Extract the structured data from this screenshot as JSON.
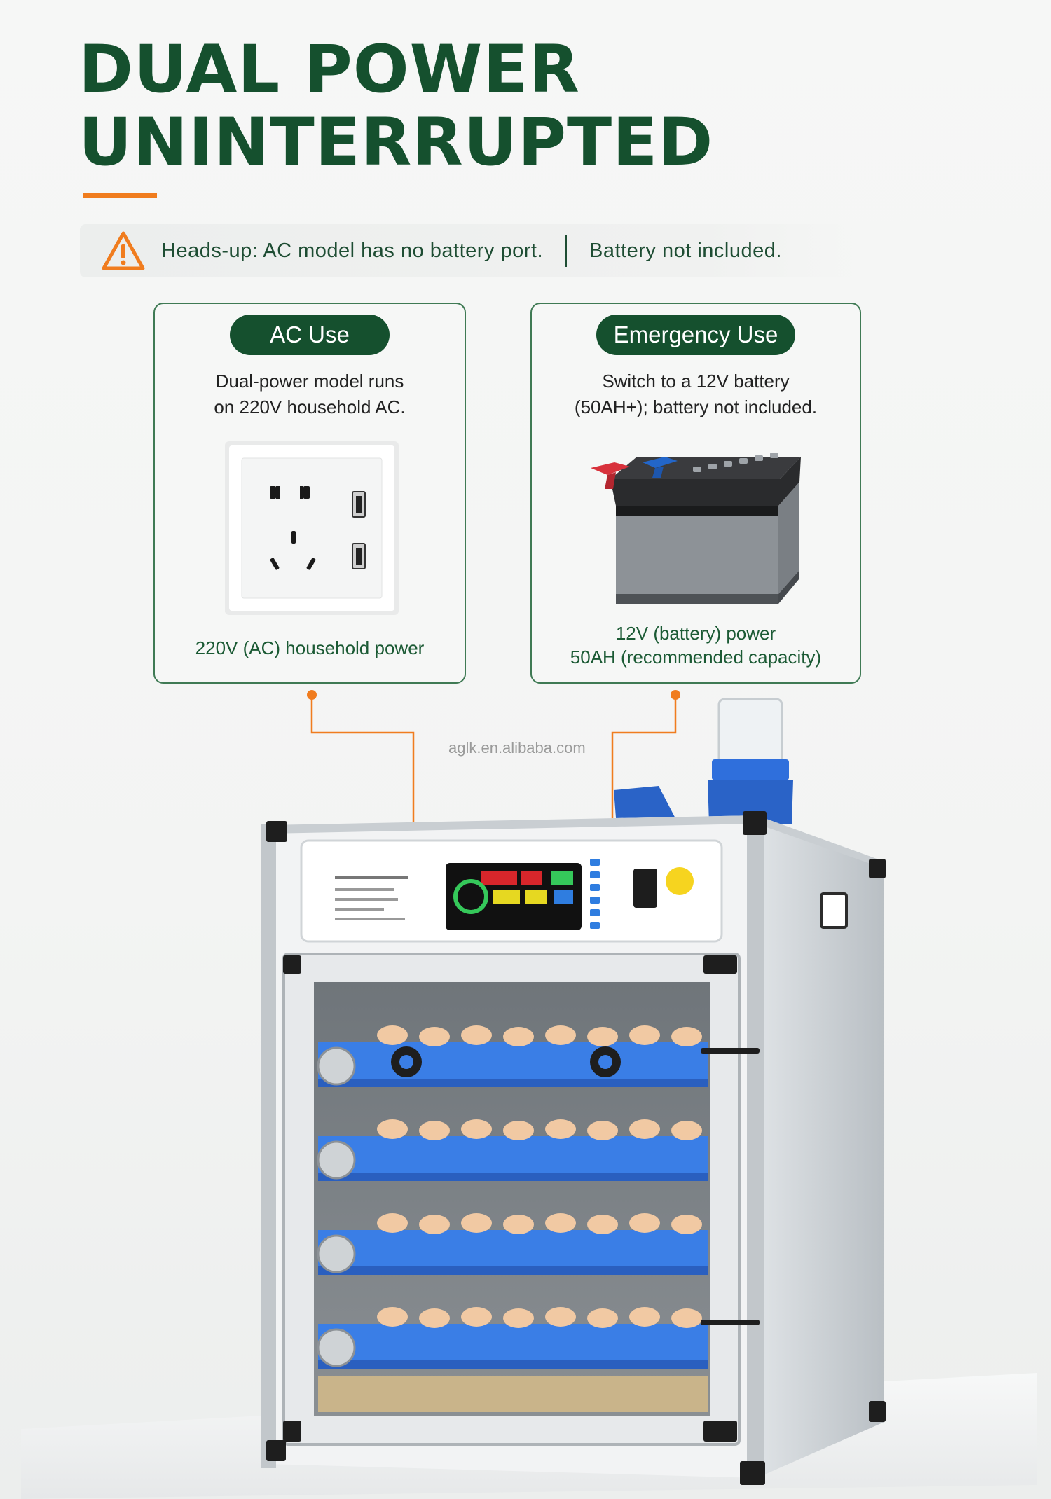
{
  "headline": {
    "line1": "DUAL POWER",
    "line2": "UNINTERRUPTED"
  },
  "notice": {
    "icon": "warning-icon",
    "left_text": "Heads-up: AC model has no battery port.",
    "right_text": "Battery not included."
  },
  "ac_card": {
    "pill_label": "AC Use",
    "desc_line1": "Dual-power model runs",
    "desc_line2": "on 220V household AC.",
    "caption": "220V (AC) household power"
  },
  "emergency_card": {
    "pill_label": "Emergency Use",
    "desc_line1": "Switch to a 12V battery",
    "desc_line2": "(50AH+); battery not included.",
    "caption_line1": "12V (battery) power",
    "caption_line2": "50AH (recommended capacity)"
  },
  "watermark": "aglk.en.alibaba.com",
  "colors": {
    "brand_green": "#15502e",
    "accent_orange": "#f07c1e",
    "tray_blue": "#3a7ee6"
  }
}
